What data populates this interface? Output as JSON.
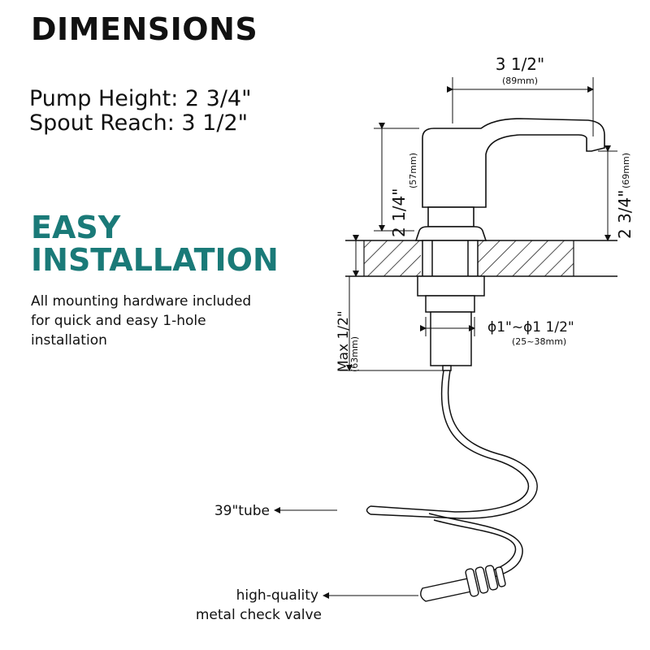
{
  "title": "DIMENSIONS",
  "specs": {
    "pump_height": "Pump Height: 2 3/4\"",
    "spout_reach": "Spout Reach: 3 1/2\""
  },
  "installation": {
    "heading_line1": "EASY",
    "heading_line2": "INSTALLATION",
    "description_line1": "All mounting hardware included",
    "description_line2": "for quick and easy 1-hole",
    "description_line3": "installation",
    "accent_color": "#1a7a78"
  },
  "diagram": {
    "reach_main": "3  1/2\"",
    "reach_mm": "(89mm)",
    "body_height_main": "2  1/4\"",
    "body_height_mm": "(57mm)",
    "total_height_main": "2  3/4\"",
    "total_height_mm": "(69mm)",
    "max_thickness_main": "Max 1/2\"",
    "max_thickness_mm": "(63mm)",
    "hole_main": "ϕ1\"~ϕ1  1/2\"",
    "hole_mm": "(25~38mm)",
    "tube_label": "39\"tube",
    "valve_label_line1": "high-quality",
    "valve_label_line2": "metal check valve"
  }
}
